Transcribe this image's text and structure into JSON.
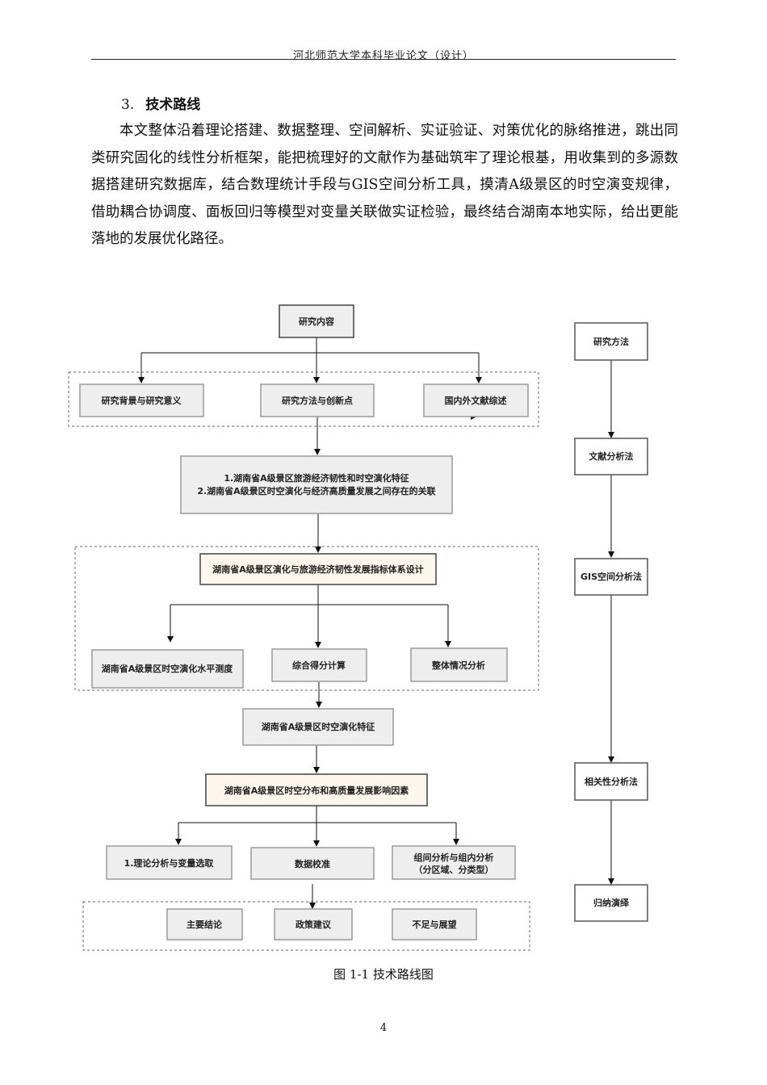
{
  "header": {
    "title": "河北师范大学本科毕业论文（设计）"
  },
  "section": {
    "number": "3.",
    "title": "技术路线",
    "paragraph": "本文整体沿着理论搭建、数据整理、空间解析、实证验证、对策优化的脉络推进，跳出同类研究固化的线性分析框架，能把梳理好的文献作为基础筑牢了理论根基，用收集到的多源数据搭建研究数据库，结合数理统计手段与GIS空间分析工具，摸清A级景区的时空演变规律，借助耦合协调度、面板回归等模型对变量关联做实证检验，最终结合湖南本地实际，给出更能落地的发展优化路径。"
  },
  "diagram": {
    "research_content": "研究内容",
    "background": "研究背景与研究意义",
    "methods_innovation": "研究方法与创新点",
    "literature_review": "国内外文献综述",
    "topics_line1": "1.湖南省A级景区旅游经济韧性和时空演化特征",
    "topics_line2": "2.湖南省A级景区时空演化与经济高质量发展之间存在的关联",
    "index_system": "湖南省A级景区演化与旅游经济韧性发展指标体系设计",
    "evolution_level": "湖南省A级景区时空演化水平测度",
    "composite_score": "综合得分计算",
    "overall_analysis": "整体情况分析",
    "evolution_features": "湖南省A级景区时空演化特征",
    "influence_factors": "湖南省A级景区时空分布和高质量发展影响因素",
    "theory_variables": "1.理论分析与变量选取",
    "data_calibration": "数据校准",
    "group_analysis_line1": "组间分析与组内分析",
    "group_analysis_line2": "（分区域、分类型）",
    "main_conclusions": "主要结论",
    "policy_suggestions": "政策建议",
    "limitations": "不足与展望",
    "methods_title": "研究方法",
    "method_literature": "文献分析法",
    "method_gis": "GIS空间分析法",
    "method_correlation": "相关性分析法",
    "method_induction": "归纳演绎",
    "colors": {
      "box_fill": "#eeeeee",
      "box_stroke": "#9a9a9a",
      "highlight_fill": "#fdf6ec",
      "highlight_stroke": "#444444",
      "method_stroke": "#555555"
    }
  },
  "caption": "图 1-1  技术路线图",
  "page_number": "4"
}
